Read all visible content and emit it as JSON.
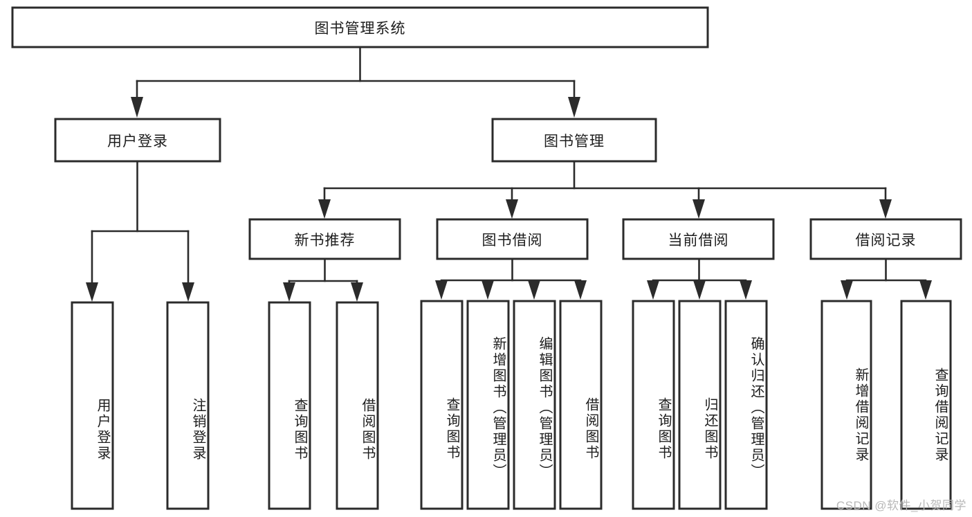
{
  "diagram": {
    "type": "tree-hierarchy",
    "title": "图书管理系统",
    "watermark": "CSDN @软件_小贺同学",
    "colors": {
      "stroke": "#2b2b2b",
      "fill": "#ffffff",
      "text": "#1d1d1d",
      "watermark": "#b8b8b8"
    },
    "root": {
      "label": "图书管理系统",
      "orientation": "horizontal"
    },
    "level1": [
      {
        "label": "用户登录",
        "orientation": "horizontal"
      },
      {
        "label": "图书管理",
        "orientation": "horizontal"
      }
    ],
    "level2": [
      {
        "label": "新书推荐",
        "orientation": "horizontal"
      },
      {
        "label": "图书借阅",
        "orientation": "horizontal"
      },
      {
        "label": "当前借阅",
        "orientation": "horizontal"
      },
      {
        "label": "借阅记录",
        "orientation": "horizontal"
      }
    ],
    "leaves": {
      "user_login": [
        {
          "label": "用户登录",
          "orientation": "vertical"
        },
        {
          "label": "注销登录",
          "orientation": "vertical"
        }
      ],
      "new_book_recommend": [
        {
          "label": "查询图书",
          "orientation": "vertical"
        },
        {
          "label": "借阅图书",
          "orientation": "vertical"
        }
      ],
      "book_borrow": [
        {
          "label": "查询图书",
          "orientation": "vertical"
        },
        {
          "label": "新增图书（管理员）",
          "orientation": "vertical"
        },
        {
          "label": "编辑图书（管理员）",
          "orientation": "vertical"
        },
        {
          "label": "借阅图书",
          "orientation": "vertical"
        }
      ],
      "current_borrow": [
        {
          "label": "查询图书",
          "orientation": "vertical"
        },
        {
          "label": "归还图书",
          "orientation": "vertical"
        },
        {
          "label": "确认归还（管理员）",
          "orientation": "vertical"
        }
      ],
      "borrow_record": [
        {
          "label": "新增借阅记录",
          "orientation": "vertical"
        },
        {
          "label": "查询借阅记录",
          "orientation": "vertical"
        }
      ]
    }
  }
}
